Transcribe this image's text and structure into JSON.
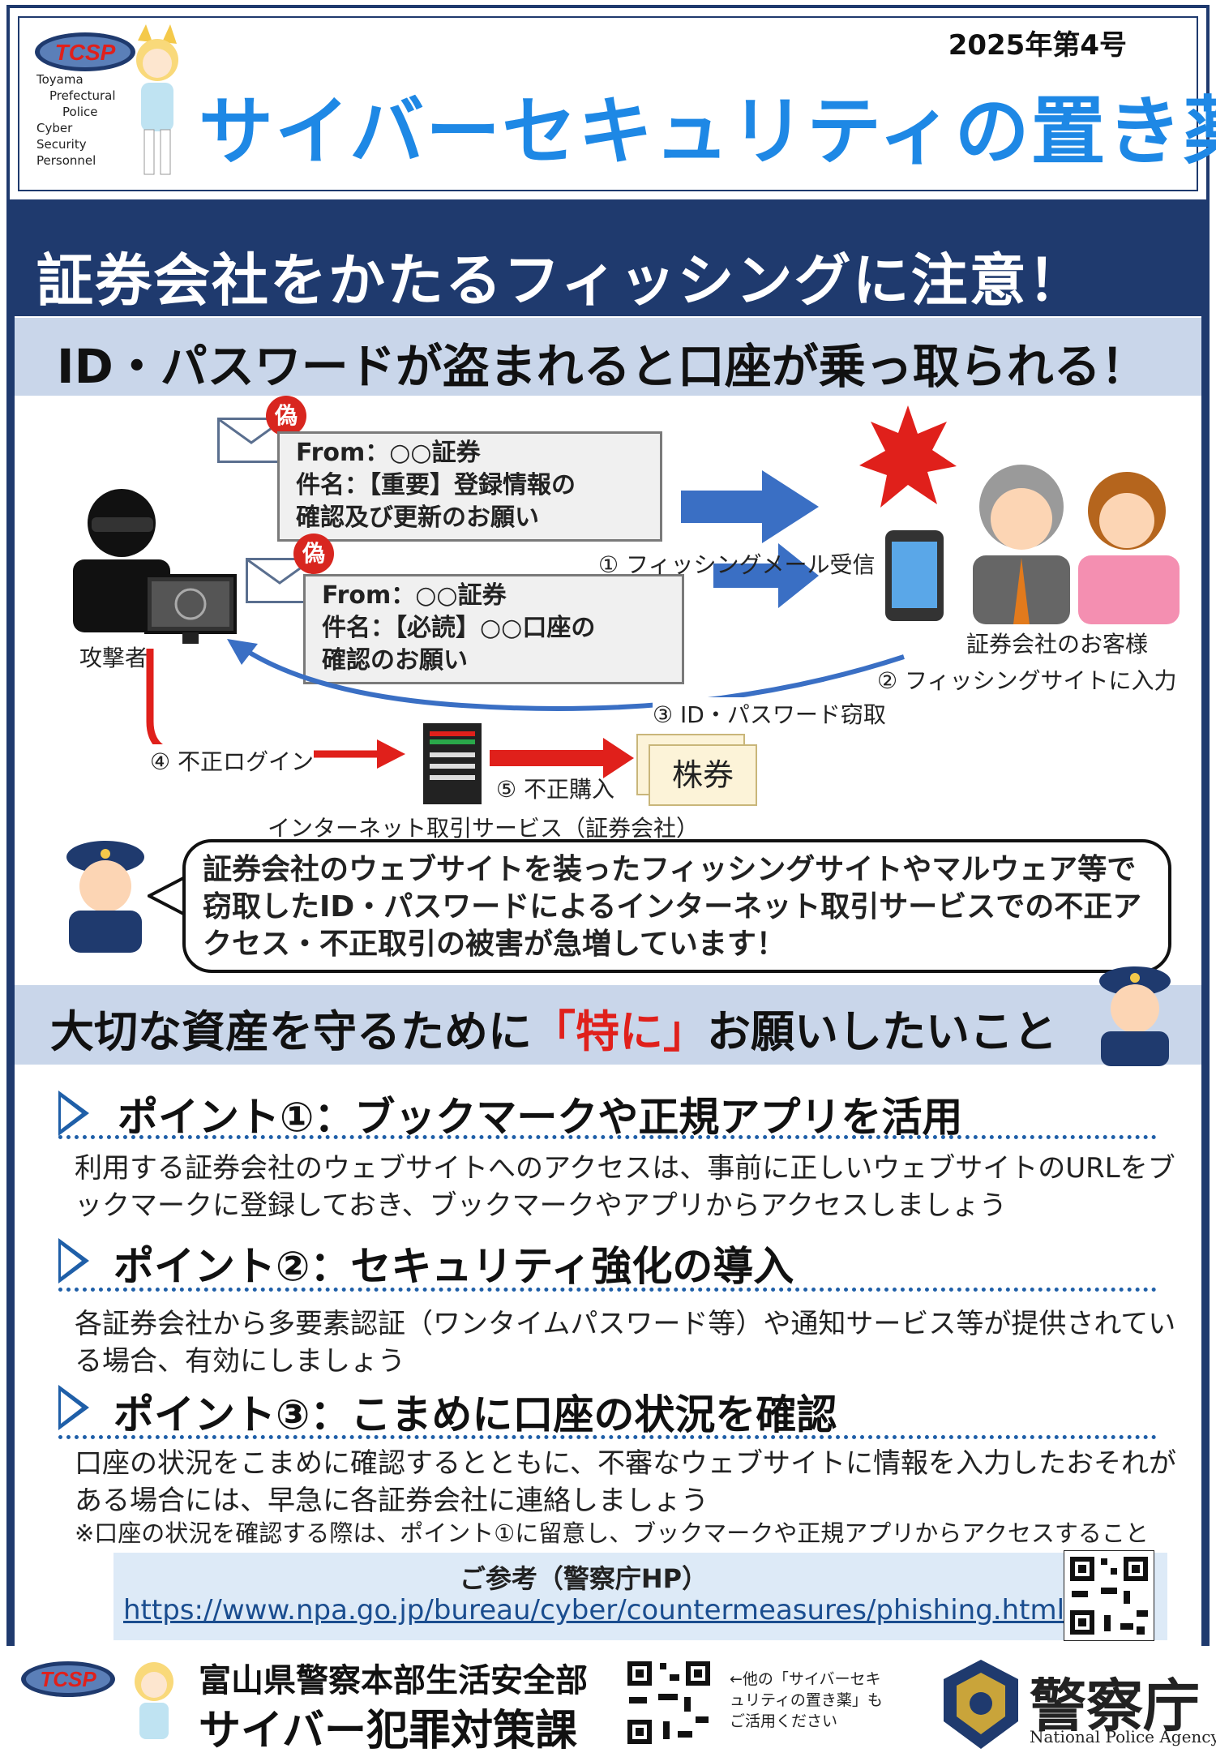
{
  "header": {
    "issue": "2025年第4号",
    "title": "サイバーセキュリティの置き薬",
    "logo_text": "TCSP",
    "logo_side": [
      "Toyama",
      "Prefectural",
      "Police",
      "Cyber",
      "Security",
      "Personnel"
    ]
  },
  "headline": "証券会社をかたるフィッシングに注意！",
  "subheadline": "ID・パスワードが盗まれると口座が乗っ取られる！",
  "diagram": {
    "fake_badge": "偽",
    "mail1": {
      "from": "From：○○証券",
      "line2": "件名：【重要】登録情報の",
      "line3": "確認及び更新のお願い"
    },
    "mail2": {
      "from": "From：○○証券",
      "line2": "件名：【必読】○○口座の",
      "line3": "確認のお願い"
    },
    "attacker": "攻撃者",
    "step1": "① フィッシングメール受信",
    "customers": "証券会社のお客様",
    "step2": "② フィッシングサイトに入力",
    "step3": "③ ID・パスワード窃取",
    "step4": "④ 不正ログイン",
    "step5": "⑤ 不正購入",
    "stock": "株券",
    "service": "インターネット取引サービス（証券会社）"
  },
  "bubble": "証券会社のウェブサイトを装ったフィッシングサイトやマルウェア等で窃取したID・パスワードによるインターネット取引サービスでの不正アクセス・不正取引の被害が急増しています！",
  "important": {
    "prefix": "大切な資産を守るために",
    "emph": "「特に」",
    "suffix": "お願いしたいこと"
  },
  "points": [
    {
      "title": "ポイント①：ブックマークや正規アプリを活用",
      "text": "利用する証券会社のウェブサイトへのアクセスは、事前に正しいウェブサイトのURLをブックマークに登録しておき、ブックマークやアプリからアクセスしましょう"
    },
    {
      "title": "ポイント②：セキュリティ強化の導入",
      "text": "各証券会社から多要素認証（ワンタイムパスワード等）や通知サービス等が提供されている場合、有効にしましょう"
    },
    {
      "title": "ポイント③：こまめに口座の状況を確認",
      "text": "口座の状況をこまめに確認するとともに、不審なウェブサイトに情報を入力したおそれがある場合には、早急に各証券会社に連絡しましょう"
    }
  ],
  "note": "※口座の状況を確認する際は、ポイント①に留意し、ブックマークや正規アプリからアクセスすること",
  "reference": {
    "title": "ご参考（警察庁HP）",
    "url": "https://www.npa.go.jp/bureau/cyber/countermeasures/phishing.html"
  },
  "footer": {
    "org_line1": "富山県警察本部生活安全部",
    "org_line2": "サイバー犯罪対策課",
    "qr_note": "←他の「サイバーセキュリティの置き薬」もご活用ください",
    "npa_name": "警察庁",
    "npa_en": "National Police Agency"
  },
  "colors": {
    "navy": "#1f3a6e",
    "title_blue": "#1e88e5",
    "band": "#c9d6ea",
    "red": "#e0201b",
    "arrow_blue": "#3a6fc4"
  }
}
